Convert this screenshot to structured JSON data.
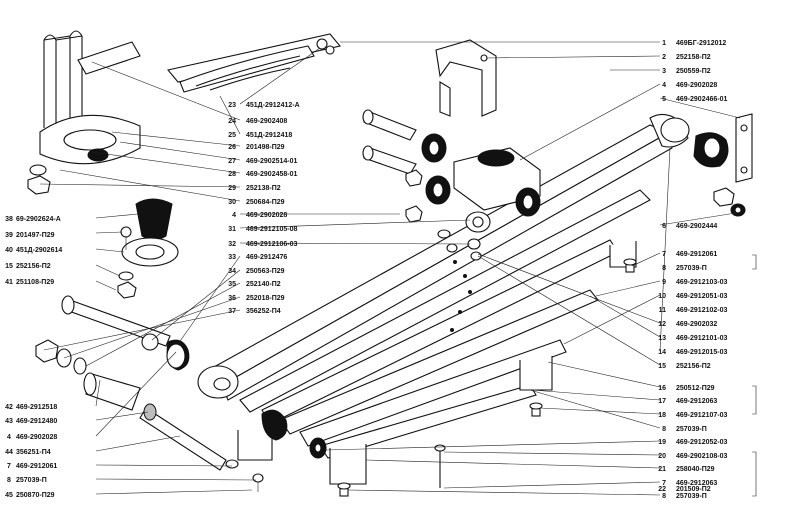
{
  "left_labels": [
    {
      "num": "38",
      "code": "69-2902624-А"
    },
    {
      "num": "39",
      "code": "201497-П29"
    },
    {
      "num": "40",
      "code": "451Д-2902614"
    },
    {
      "num": "15",
      "code": "252156-П2"
    },
    {
      "num": "41",
      "code": "251108-П29"
    },
    {
      "num": "42",
      "code": "469-2912518"
    },
    {
      "num": "43",
      "code": "469-2912480"
    },
    {
      "num": "4",
      "code": "469-2902028"
    },
    {
      "num": "44",
      "code": "356251-П4"
    },
    {
      "num": "7",
      "code": "469-2912061"
    },
    {
      "num": "8",
      "code": "257039-П"
    },
    {
      "num": "45",
      "code": "250870-П29"
    }
  ],
  "middle_labels": [
    {
      "num": "23",
      "code": "451Д-2912412-А"
    },
    {
      "num": "24",
      "code": "469-2902408"
    },
    {
      "num": "25",
      "code": "451Д-2912418"
    },
    {
      "num": "26",
      "code": "201498-П29"
    },
    {
      "num": "27",
      "code": "469-2902514-01"
    },
    {
      "num": "28",
      "code": "469-2902458-01"
    },
    {
      "num": "29",
      "code": "252138-П2"
    },
    {
      "num": "30",
      "code": "250684-П29"
    },
    {
      "num": "4",
      "code": "469-2902028"
    },
    {
      "num": "31",
      "code": "469-2912105-08"
    },
    {
      "num": "32",
      "code": "469-2912106-03"
    },
    {
      "num": "33",
      "code": "469-2912476"
    },
    {
      "num": "34",
      "code": "250563-П29"
    },
    {
      "num": "35",
      "code": "252140-П2"
    },
    {
      "num": "36",
      "code": "252018-П29"
    },
    {
      "num": "37",
      "code": "356252-П4"
    }
  ],
  "right_labels": [
    {
      "num": "1",
      "code": "469БГ-2912012"
    },
    {
      "num": "2",
      "code": "252158-П2"
    },
    {
      "num": "3",
      "code": "250559-П2"
    },
    {
      "num": "4",
      "code": "469-2902028"
    },
    {
      "num": "5",
      "code": "469-2902466-01"
    },
    {
      "num": "6",
      "code": "469-2902444"
    },
    {
      "num": "7",
      "code": "469-2912061"
    },
    {
      "num": "8",
      "code": "257039-П"
    },
    {
      "num": "9",
      "code": "469-2912103-03"
    },
    {
      "num": "10",
      "code": "469-2912051-03"
    },
    {
      "num": "11",
      "code": "469-2912102-03"
    },
    {
      "num": "12",
      "code": "469-2902032"
    },
    {
      "num": "13",
      "code": "469-2912101-03"
    },
    {
      "num": "14",
      "code": "469-2912015-03"
    },
    {
      "num": "15",
      "code": "252156-П2"
    },
    {
      "num": "16",
      "code": "250512-П29"
    },
    {
      "num": "17",
      "code": "469-2912063"
    },
    {
      "num": "18",
      "code": "469-2912107-03"
    },
    {
      "num": "8",
      "code": "257039-П"
    },
    {
      "num": "19",
      "code": "469-2912052-03"
    },
    {
      "num": "20",
      "code": "469-2902108-03"
    },
    {
      "num": "21",
      "code": "258040-П29"
    },
    {
      "num": "7",
      "code": "469-2912063"
    },
    {
      "num": "22",
      "code": "201509-П2"
    },
    {
      "num": "8",
      "code": "257039-П"
    }
  ]
}
